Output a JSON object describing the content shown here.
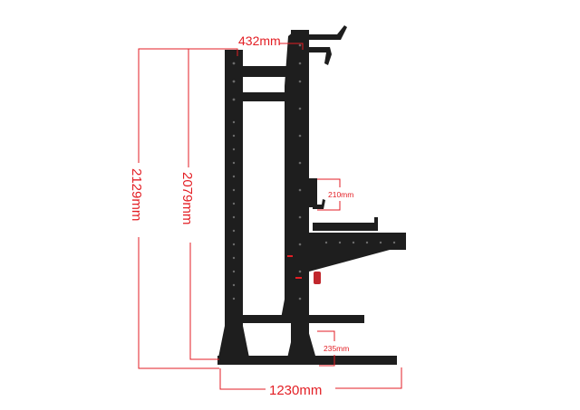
{
  "diagram": {
    "subject": "Half power rack with spotter arms, J-hook and weight-plate storage",
    "colors": {
      "frame": "#1e1e1e",
      "frame_dark": "#111111",
      "hole": "#6b6b6b",
      "dimension": "#e31e24",
      "background": "#ffffff"
    },
    "dimensions": {
      "top_depth": "432mm",
      "total_height": "2129mm",
      "upright_height": "2079mm",
      "jhook_height": "210mm",
      "foot_height": "235mm",
      "base_length": "1230mm"
    }
  }
}
